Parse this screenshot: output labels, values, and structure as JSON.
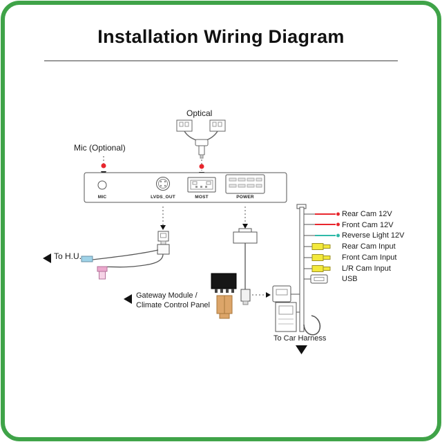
{
  "title": "Installation Wiring Diagram",
  "colors": {
    "frame_green": "#3fa348",
    "red": "#e8262d",
    "teal": "#2fb9a8",
    "yellow": "#f3e93c",
    "amber": "#dca569",
    "pink": "#eba8cc",
    "pink_light": "#f6d3e6",
    "blue": "#9fd3e8",
    "outline": "#555555"
  },
  "callouts": {
    "optical": "Optical",
    "mic": "Mic (Optional)",
    "to_hu": "To H.U.",
    "gateway_line1": "Gateway Module /",
    "gateway_line2": "Climate Control Panel",
    "to_car_harness": "To Car Harness"
  },
  "head_unit": {
    "ports": [
      {
        "label": "MIC"
      },
      {
        "label": "LVDS_OUT"
      },
      {
        "label": "MOST"
      },
      {
        "label": "POWER"
      }
    ]
  },
  "harness": {
    "items": [
      {
        "label": "Rear Cam 12V",
        "type": "wire",
        "color": "#e8262d"
      },
      {
        "label": "Front Cam 12V",
        "type": "wire",
        "color": "#e8262d"
      },
      {
        "label": "Reverse Light 12V",
        "type": "wire",
        "color": "#2fb9a8"
      },
      {
        "label": "Rear Cam Input",
        "type": "rca",
        "color": "#f3e93c"
      },
      {
        "label": "Front Cam Input",
        "type": "rca",
        "color": "#f3e93c"
      },
      {
        "label": "L/R Cam Input",
        "type": "rca",
        "color": "#f3e93c"
      },
      {
        "label": "USB",
        "type": "usb",
        "color": "#ffffff"
      }
    ]
  }
}
